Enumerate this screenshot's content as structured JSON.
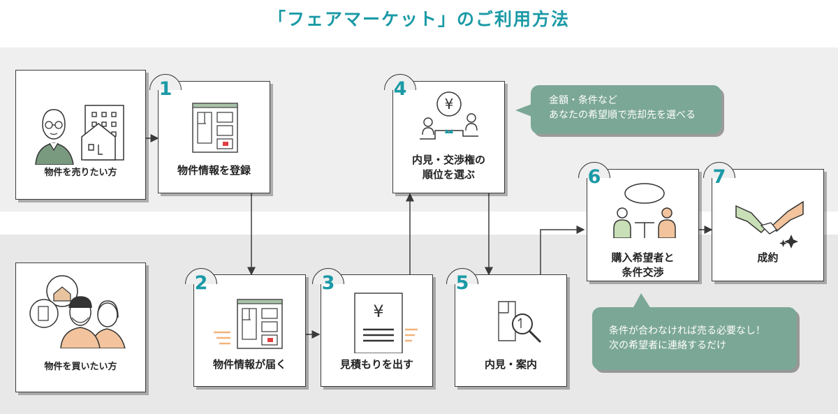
{
  "title": "「フェアマーケット」のご利用方法",
  "seller": {
    "label": "物件を売りたい方"
  },
  "buyer": {
    "label": "物件を買いたい方"
  },
  "steps": [
    {
      "num": "1",
      "lines": [
        "物件情報を登録"
      ]
    },
    {
      "num": "2",
      "lines": [
        "物件情報が届く"
      ]
    },
    {
      "num": "3",
      "lines": [
        "見積もりを出す"
      ]
    },
    {
      "num": "4",
      "lines": [
        "内見・交渉権の",
        "順位を選ぶ"
      ]
    },
    {
      "num": "5",
      "lines": [
        "内見・案内"
      ]
    },
    {
      "num": "6",
      "lines": [
        "購入希望者と",
        "条件交渉"
      ]
    },
    {
      "num": "7",
      "lines": [
        "成約"
      ]
    }
  ],
  "bubble_top": {
    "lines": [
      "金額・条件など",
      "あなたの希望順で売却先を選べる"
    ]
  },
  "bubble_bottom": {
    "lines": [
      "条件が合わなければ売る必要なし！",
      "次の希望者に連絡するだけ"
    ]
  },
  "icons": {
    "yen": "¥"
  },
  "colors": {
    "accent": "#1b9aa6",
    "bubble": "#7ba796",
    "person_green": "#7a9a80",
    "person_peach": "#f2c39c"
  }
}
